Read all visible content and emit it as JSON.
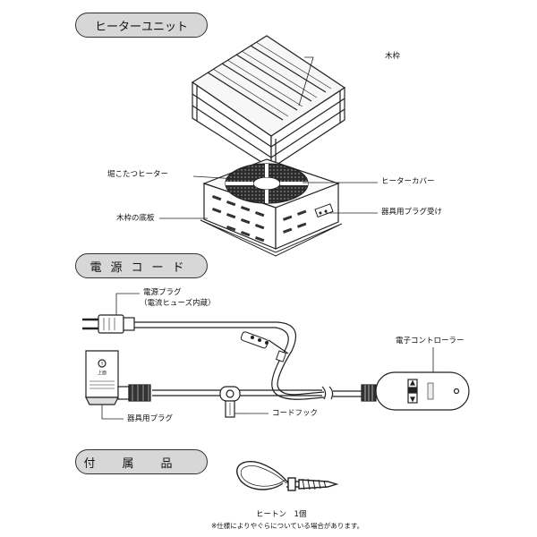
{
  "sections": {
    "heater_unit": "ヒーターユニット",
    "power_cord": "電源コード",
    "accessories": "付属品"
  },
  "heater_labels": {
    "frame": "木枠",
    "kotatsu_heater": "堀こたつヒーター",
    "heater_cover": "ヒーターカバー",
    "frame_bottom": "木枠の底板",
    "appliance_socket": "器具用プラグ受け"
  },
  "cord_labels": {
    "power_plug": "電源プラグ",
    "power_plug_note": "（電流ヒューズ内蔵）",
    "controller": "電子コントローラー",
    "appliance_plug": "器具用プラグ",
    "cord_hook": "コードフック"
  },
  "accessory_labels": {
    "hook_item": "ヒートン　1個",
    "note": "※仕様によりやぐらについている場合があります。"
  }
}
